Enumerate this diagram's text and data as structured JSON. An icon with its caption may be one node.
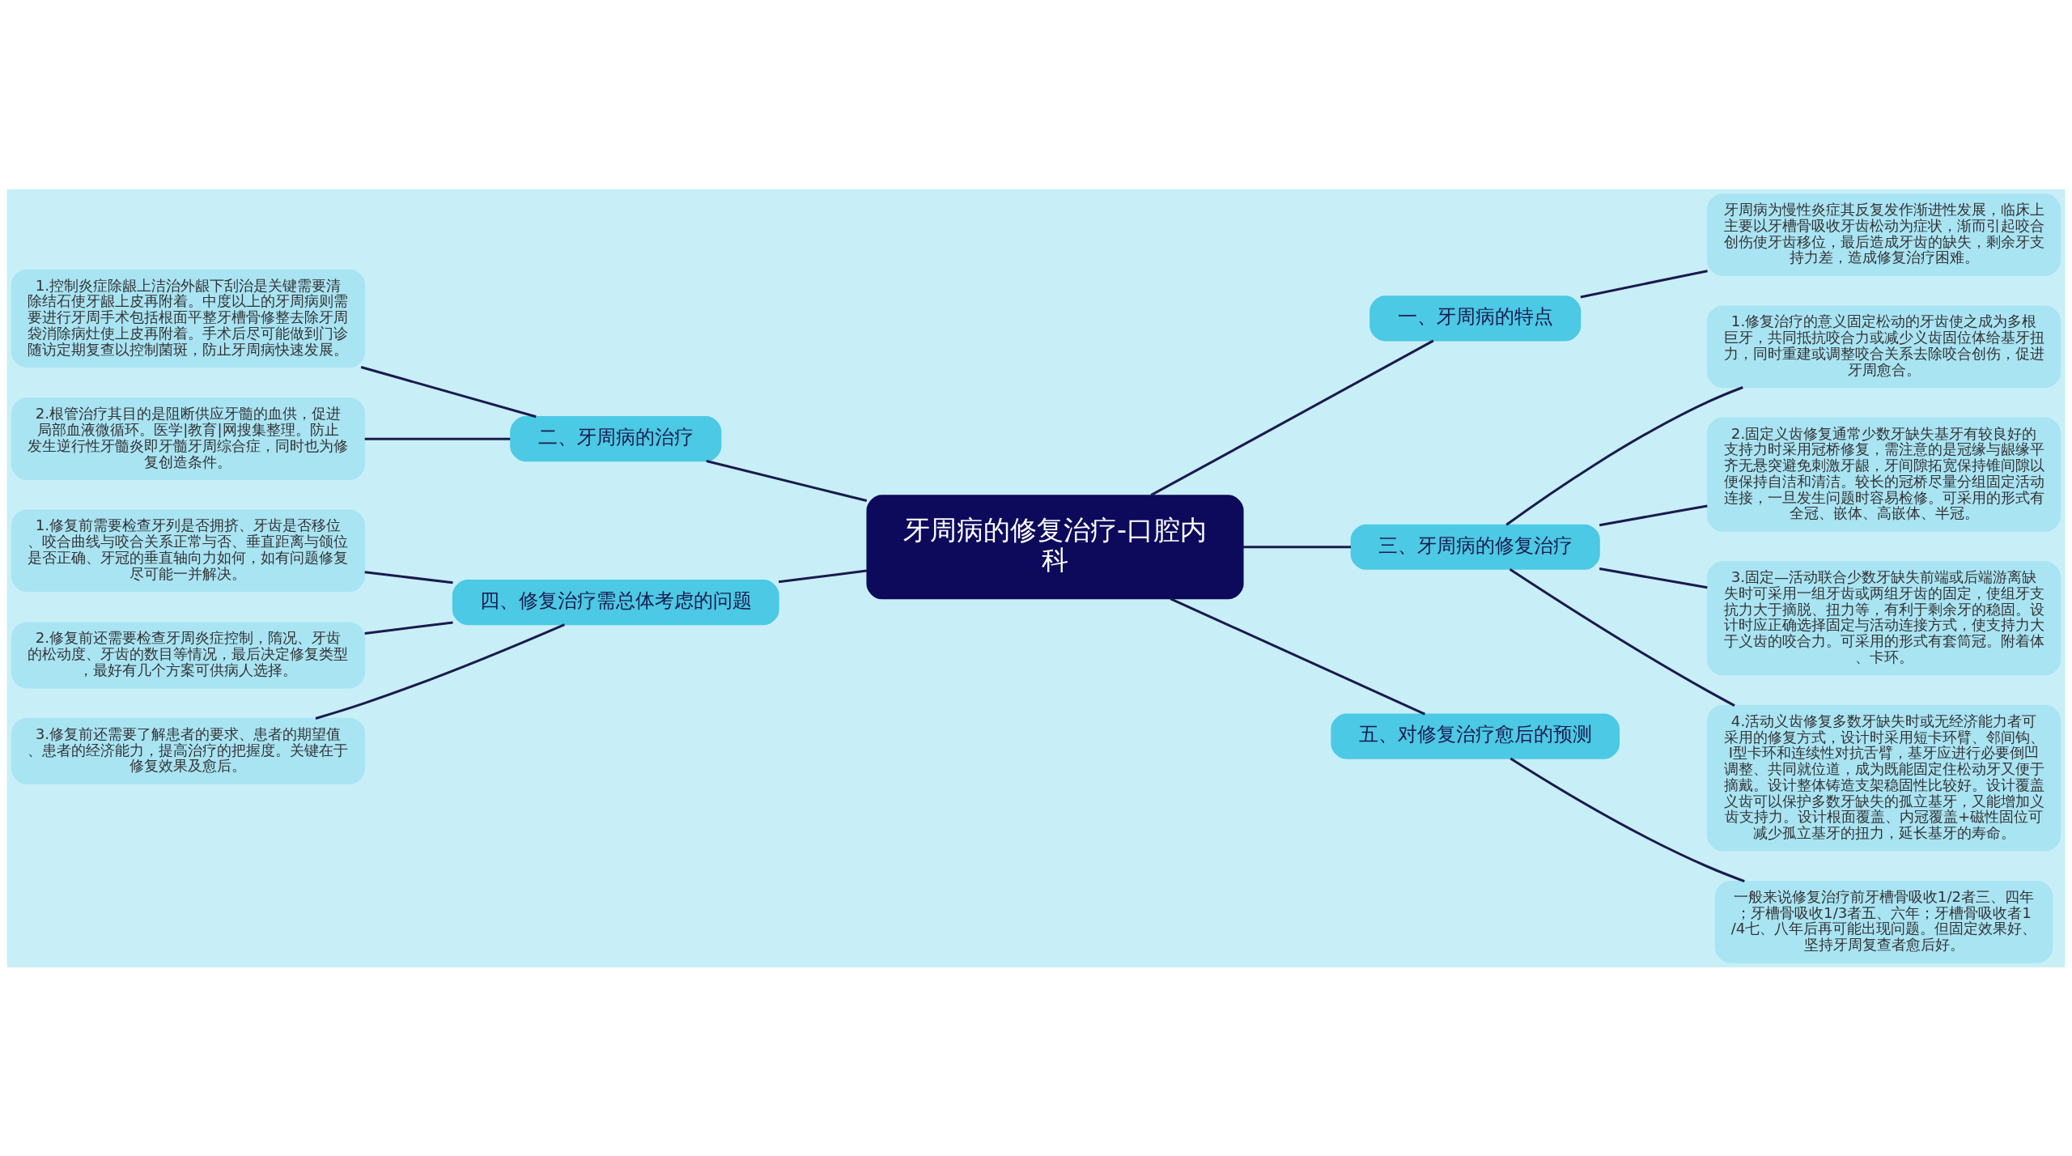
{
  "diagram": {
    "nodes": [
      {
        "text": [
          "牙周病的修复治疗-口腔内科"
        ]
      },
      {
        "text": [
          "一、牙周病的特点"
        ]
      },
      {
        "text": [
          "牙周病为慢性炎症其反复发作渐进性发展，临床上主要以牙槽骨吸收牙齿松动为症状，渐而引起咬合创伤使牙齿移位，最后造成牙齿的缺失，剩余牙支持力差，造成修复治疗困难。"
        ]
      },
      {
        "text": [
          "二、牙周病的治疗"
        ]
      },
      {
        "text": [
          "1.控制炎症除龈上洁治外龈下刮治是关键需要清除结石使牙龈上皮再附着。中度以上的牙周病则需要进行牙周手术包括根面平整牙槽骨修整去除牙周袋消除病灶使上皮再附着。手术后尽可能做到门诊随访定期复查以控制菌斑，防止牙周病快速发展。"
        ]
      },
      {
        "text": [
          "2.根管治疗其目的是阻断供应牙髓的血供，促进局部血液微循环。医学|教育|网搜集整理。防止发生逆行性牙髓炎即牙髓牙周综合症，同时也为修复创造条件。"
        ]
      },
      {
        "text": [
          "三、牙周病的修复治疗"
        ]
      },
      {
        "text": [
          "1.修复治疗的意义固定松动的牙齿使之成为多根巨牙，共同抵抗咬合力或减少义齿固位体给基牙扭力，同时重建或调整咬合关系去除咬合创伤，促进牙周愈合。"
        ]
      },
      {
        "text": [
          "2.固定义齿修复通常少数牙缺失基牙有较良好的支持力时采用冠桥修复，需注意的是冠缘与龈缘平齐无悬突避免刺激牙龈，牙间隙拓宽保持锥间隙以便保持自洁和清洁。较长的冠桥尽量分组固定活动连接，一旦发生问题时容易检修。可采用的形式有全冠、嵌体、高嵌体、半冠。"
        ]
      },
      {
        "text": [
          "3.固定—活动联合少数牙缺失前端或后端游离缺失时可采用一组牙齿或两组牙齿的固定，使组牙支抗力大于摘脱、扭力等，有利于剩余牙的稳固。设计时应正确选择固定与活动连接方式，使支持力大于义齿的咬合力。可采用的形式有套筒冠。附着体、卡环。"
        ]
      },
      {
        "text": [
          "4.活动义齿修复多数牙缺失时或无经济能力者可采用的修复方式，设计时采用短卡环臂、邻间钩、I型卡环和连续性对抗舌臂，基牙应进行必要倒凹调整、共同就位道，成为既能固定住松动牙又便于摘戴。设计整体铸造支架稳固性比较好。设计覆盖义齿可以保护多数牙缺失的孤立基牙，又能增加义齿支持力。设计根面覆盖、内冠覆盖+磁性固位可减少孤立基牙的扭力，延长基牙的寿命。"
        ]
      },
      {
        "text": [
          "四、修复治疗需总体考虑的问题"
        ]
      },
      {
        "text": [
          "1.修复前需要检查牙列是否拥挤、牙齿是否移位、咬合曲线与咬合关系正常与否、垂直距离与颌位是否正确、牙冠的垂直轴向力如何，如有问题修复尽可能一并解决。"
        ]
      },
      {
        "text": [
          "2.修复前还需要检查牙周炎症控制，隋况、牙齿的松动度、牙齿的数目等情况，最后决定修复类型，最好有几个方案可供病人选择。"
        ]
      },
      {
        "text": [
          "3.修复前还需要了解患者的要求、患者的期望值、患者的经济能力，提高治疗的把握度。关键在于修复效果及愈后。"
        ]
      },
      {
        "text": [
          "五、对修复治疗愈后的预测"
        ]
      },
      {
        "text": [
          "一般来说修复治疗前牙槽骨吸收1/2者三、四年；牙槽骨吸收1/3者五、六年；牙槽骨吸收者1/4七、八年后再可能出现问题。但固定效果好、坚持牙周复查者愈后好。"
        ]
      }
    ],
    "edges": [
      {
        "from": 0,
        "to": 1,
        "arrow": "none"
      },
      {
        "from": 1,
        "to": 2,
        "arrow": "none"
      },
      {
        "from": 3,
        "to": 0,
        "arrow": "none"
      },
      {
        "from": 4,
        "to": 3,
        "arrow": "none"
      },
      {
        "from": 5,
        "to": 3,
        "arrow": "none"
      },
      {
        "from": 0,
        "to": 6,
        "arrow": "none"
      },
      {
        "from": 6,
        "to": 7,
        "arrow": "none"
      },
      {
        "from": 6,
        "to": 8,
        "arrow": "none"
      },
      {
        "from": 6,
        "to": 9,
        "arrow": "none"
      },
      {
        "from": 6,
        "to": 10,
        "arrow": "none"
      },
      {
        "from": 11,
        "to": 0,
        "arrow": "none"
      },
      {
        "from": 12,
        "to": 11,
        "arrow": "none"
      },
      {
        "from": 13,
        "to": 11,
        "arrow": "none"
      },
      {
        "from": 14,
        "to": 11,
        "arrow": "none"
      },
      {
        "from": 0,
        "to": 15,
        "arrow": "none"
      },
      {
        "from": 15,
        "to": 16,
        "arrow": "none"
      }
    ]
  }
}
